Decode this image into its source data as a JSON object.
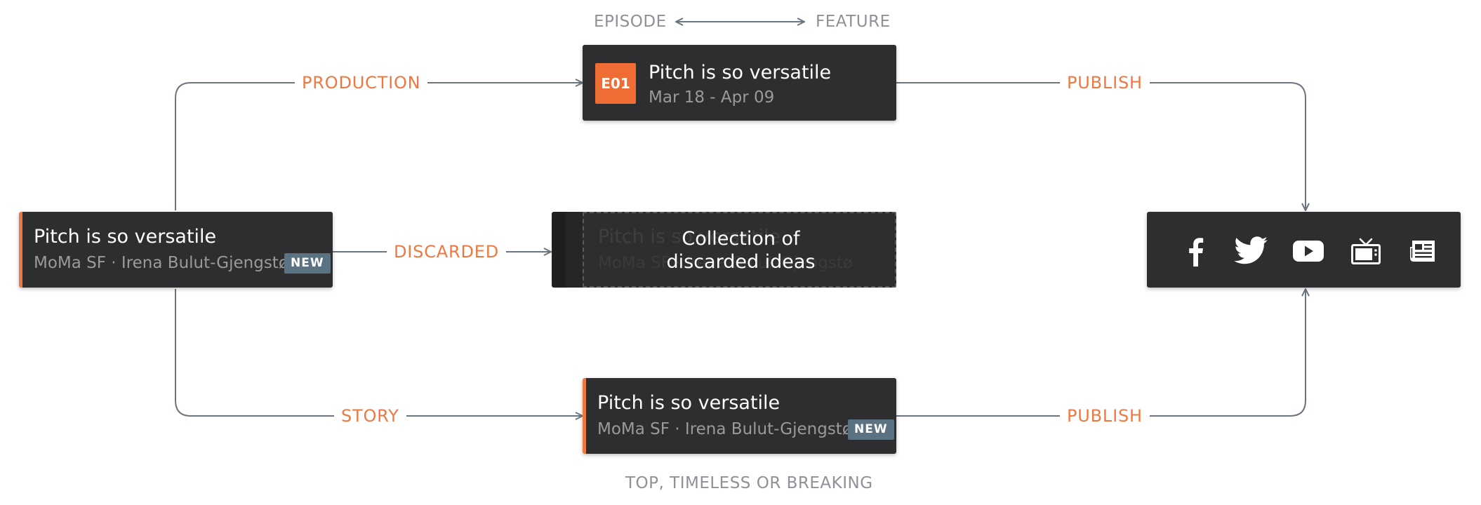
{
  "axis": {
    "left_label": "EPISODE",
    "right_label": "FEATURE",
    "bottom_label": "TOP, TIMELESS OR BREAKING"
  },
  "flows": {
    "production": "PRODUCTION",
    "discarded": "DISCARDED",
    "story": "STORY",
    "publish_top": "PUBLISH",
    "publish_bottom": "PUBLISH"
  },
  "source_pitch": {
    "title": "Pitch is so versatile",
    "subtitle": "MoMa SF · Irena Bulut-Gjengstø",
    "badge": "NEW"
  },
  "episode_card": {
    "badge": "E01",
    "title": "Pitch is so versatile",
    "dates": "Mar 18 - Apr 09"
  },
  "discard_card": {
    "ghost_title": "Pitch is so versatile",
    "ghost_subtitle": "MoMa SF · Irena Bulut-Gjengstø",
    "overlay_line1": "Collection of",
    "overlay_line2": "discarded ideas"
  },
  "story_card": {
    "title": "Pitch is so versatile",
    "subtitle": "MoMa SF · Irena Bulut-Gjengstø",
    "badge": "NEW"
  },
  "channels": [
    {
      "icon": "facebook-icon"
    },
    {
      "icon": "twitter-icon"
    },
    {
      "icon": "youtube-icon"
    },
    {
      "icon": "tv-icon"
    },
    {
      "icon": "newspaper-icon"
    }
  ],
  "colors": {
    "accent": "#ef7840",
    "card": "#2e2e30",
    "connector": "#6b7580",
    "badge": "#5b7283"
  }
}
